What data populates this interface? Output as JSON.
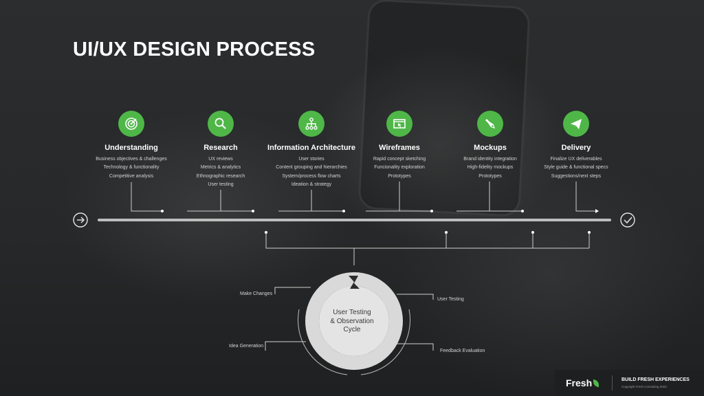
{
  "title": "UI/UX DESIGN PROCESS",
  "stages": [
    {
      "name": "Understanding",
      "icon": "target-icon",
      "items": [
        "Business objectives & challenges",
        "Technology & functionality",
        "Competitive analysis"
      ]
    },
    {
      "name": "Research",
      "icon": "magnifier-icon",
      "items": [
        "UX reviews",
        "Metrics & analytics",
        "Ethnographic research",
        "User testing"
      ]
    },
    {
      "name": "Information Architecture",
      "icon": "sitemap-icon",
      "items": [
        "User stories",
        "Content grouping and hierarchies",
        "System/process flow charts",
        "Ideation & strategy"
      ]
    },
    {
      "name": "Wireframes",
      "icon": "browser-window-icon",
      "items": [
        "Rapid concept sketching",
        "Funcionality exploration",
        "Prototypes"
      ]
    },
    {
      "name": "Mockups",
      "icon": "pen-nib-icon",
      "items": [
        "Brand identity integration",
        "High-fidelity mockups",
        "Prototypes"
      ]
    },
    {
      "name": "Delivery",
      "icon": "paper-plane-icon",
      "items": [
        "Finalize UX deliverables",
        "Style guide & functional specs",
        "Suggestions/next steps"
      ]
    }
  ],
  "cycle": {
    "title_lines": [
      "User Testing",
      "& Observation",
      "Cycle"
    ],
    "steps": [
      "Make Changes",
      "User Testing",
      "Idea Generation",
      "Feedback Evaluation"
    ]
  },
  "footer": {
    "brand": "Fresh",
    "tagline": "BUILD FRESH EXPERIENCES",
    "copyright": "Copyright Fresh Consulting 2023"
  },
  "colors": {
    "accent": "#4fb748",
    "background": "#2a2c2e",
    "timeline": "#bdbdbd"
  }
}
